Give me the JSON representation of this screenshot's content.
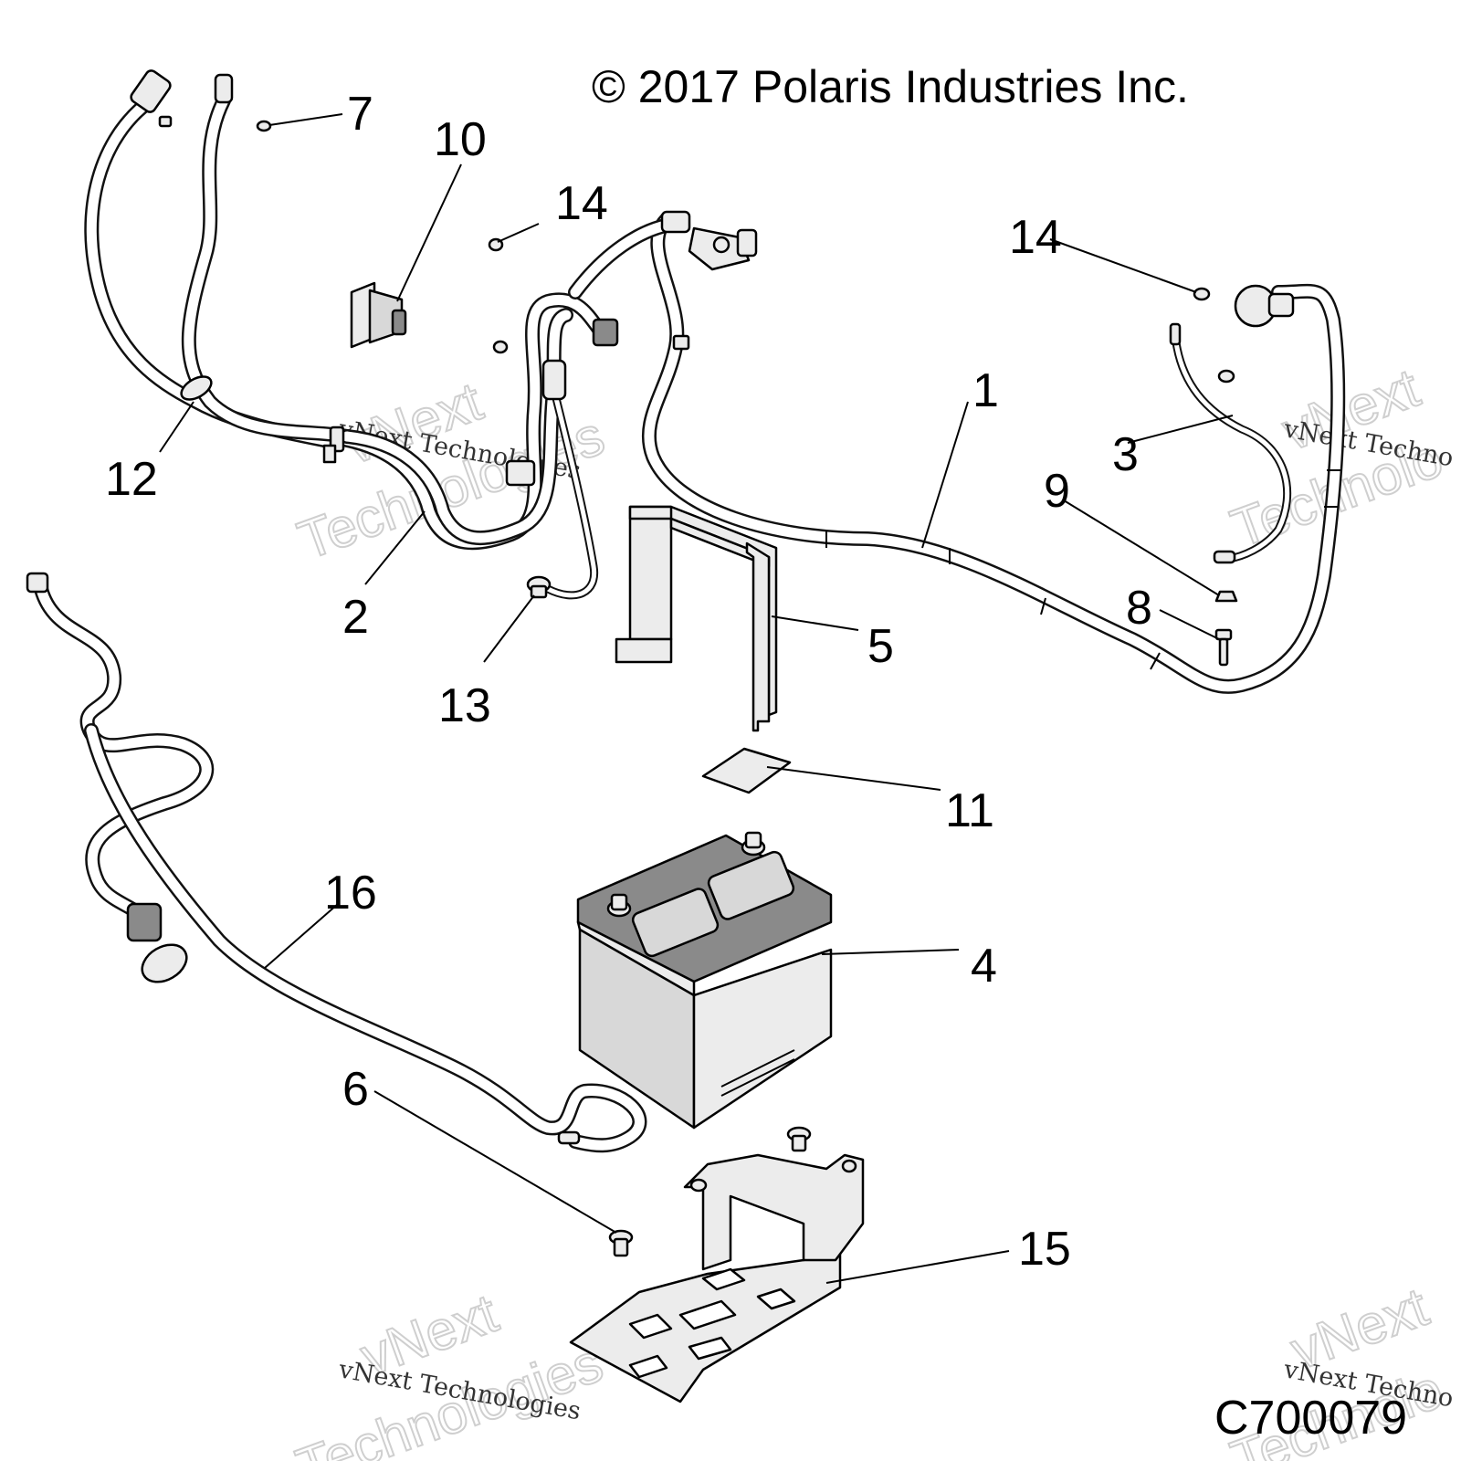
{
  "copyright": "© 2017 Polaris Industries Inc.",
  "figure_code": "C700079",
  "watermark": {
    "small": "vNext Technologies",
    "big_top": "vNext",
    "big_bottom": "Technologies",
    "big_bottom_short": "Technolo",
    "small_short": "vNext Techno"
  },
  "callouts": [
    {
      "id": "1",
      "text": "1"
    },
    {
      "id": "2",
      "text": "2"
    },
    {
      "id": "3",
      "text": "3"
    },
    {
      "id": "4",
      "text": "4"
    },
    {
      "id": "5",
      "text": "5"
    },
    {
      "id": "6",
      "text": "6"
    },
    {
      "id": "7",
      "text": "7"
    },
    {
      "id": "8",
      "text": "8"
    },
    {
      "id": "9",
      "text": "9"
    },
    {
      "id": "10",
      "text": "10"
    },
    {
      "id": "11",
      "text": "11"
    },
    {
      "id": "12",
      "text": "12"
    },
    {
      "id": "13",
      "text": "13"
    },
    {
      "id": "14a",
      "text": "14"
    },
    {
      "id": "14b",
      "text": "14"
    },
    {
      "id": "15",
      "text": "15"
    },
    {
      "id": "16",
      "text": "16"
    }
  ]
}
